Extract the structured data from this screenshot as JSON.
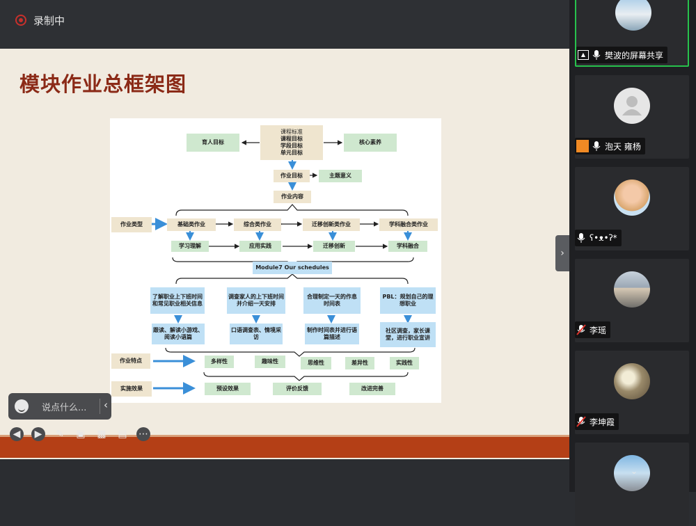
{
  "recording": {
    "label": "录制中"
  },
  "slide": {
    "title": "模块作业总框架图",
    "diagram": {
      "top": {
        "left_goal": "育人目标",
        "standards": [
          "课程标准",
          "课程目标",
          "学段目标",
          "单元目标"
        ],
        "core": "核心素养"
      },
      "homework_goal": "作业目标",
      "theme_meaning": "主题意义",
      "homework_content": "作业内容",
      "homework_types_label": "作业类型",
      "types": [
        "基础类作业",
        "综合类作业",
        "迁移创新类作业",
        "学科融合类作业"
      ],
      "abilities": [
        "学习理解",
        "应用实践",
        "迁移创新",
        "学科融合"
      ],
      "module": "Module7 Our schedules",
      "tasks": [
        "了解职业上下班时间和常见职业相关信息",
        "调查家人的上下班时间并介绍一天安排",
        "合理制定一天的作息时间表",
        "PBL：规划自己的理想职业"
      ],
      "activities": [
        "跟读、解读小游戏、阅读小语篇",
        "口语调查表、情境采访",
        "制作时间表并进行语篇描述",
        "社区调查，家长课堂，进行职业宣讲"
      ],
      "features_label": "作业特点",
      "features": [
        "多样性",
        "趣味性",
        "思维性",
        "差异性",
        "实践性"
      ],
      "effects_label": "实施效果",
      "effects": [
        "预设效果",
        "评价反馈",
        "改进完善"
      ]
    }
  },
  "chat": {
    "placeholder": "说点什么..."
  },
  "toolbar": {
    "icons": [
      "prev-icon",
      "next-icon",
      "pen-icon",
      "screenshot-icon",
      "camera-icon",
      "comment-icon",
      "more-icon"
    ]
  },
  "participants": [
    {
      "name": "樊波的屏幕共享",
      "mic": "on",
      "active": true
    },
    {
      "name": "泡天 雍杨",
      "mic": "on",
      "active": false
    },
    {
      "name": "ʕ•ᴥ•ʔ*",
      "mic": "on",
      "active": false
    },
    {
      "name": "李瑶",
      "mic": "muted",
      "active": false
    },
    {
      "name": "李坤霞",
      "mic": "muted",
      "active": false
    }
  ],
  "colors": {
    "title": "#8b2a17",
    "band": "#b43f16",
    "active_border": "#27c24c",
    "muted": "#e0342c"
  }
}
